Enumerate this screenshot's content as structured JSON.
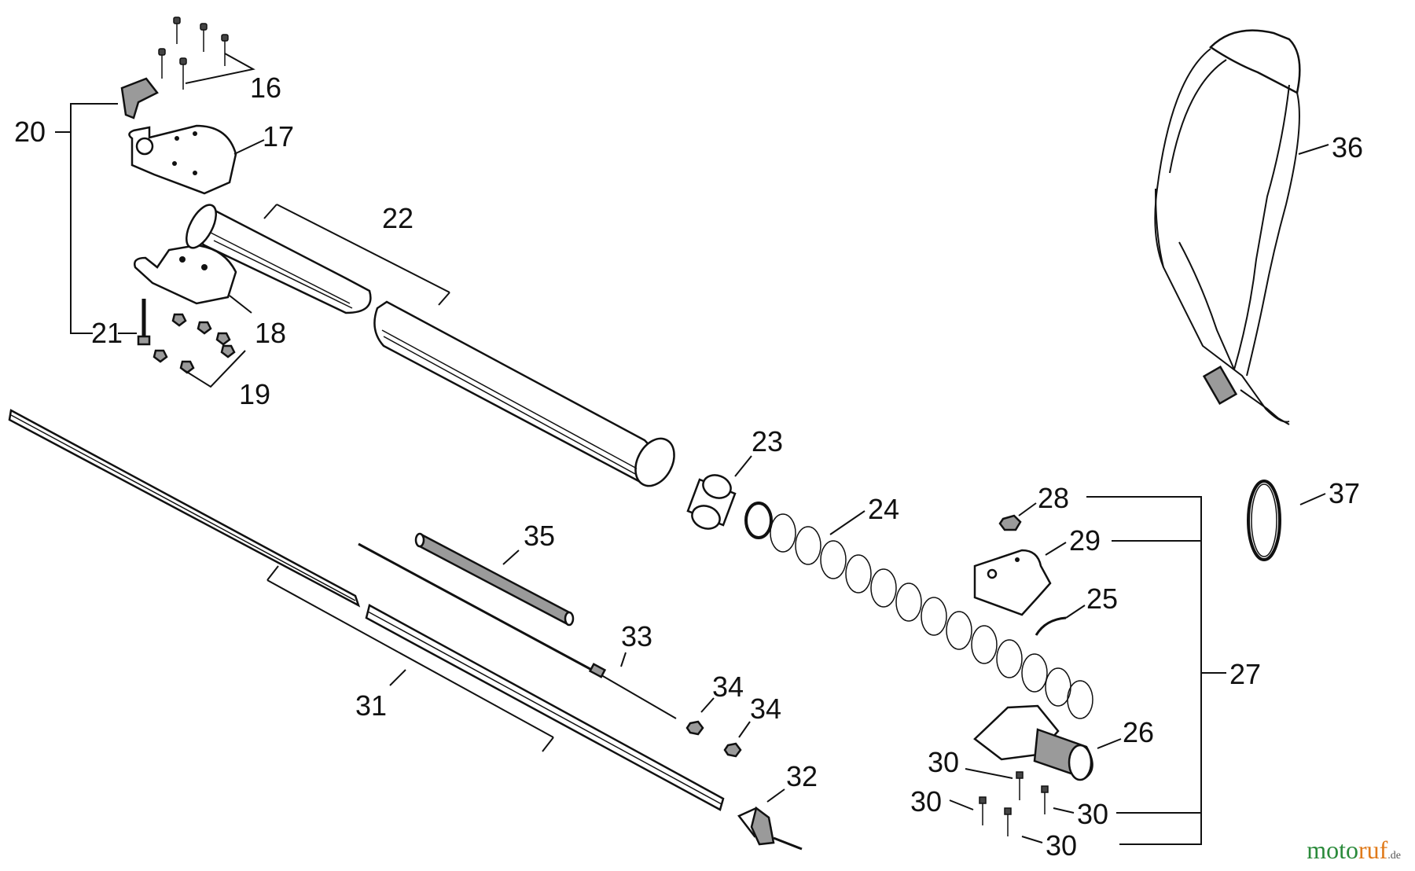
{
  "labels": {
    "l16": "16",
    "l17": "17",
    "l18": "18",
    "l19": "19",
    "l20": "20",
    "l21": "21",
    "l22": "22",
    "l23": "23",
    "l24": "24",
    "l25": "25",
    "l26": "26",
    "l27": "27",
    "l28": "28",
    "l29": "29",
    "l30a": "30",
    "l30b": "30",
    "l30c": "30",
    "l30d": "30",
    "l31": "31",
    "l32": "32",
    "l33": "33",
    "l34a": "34",
    "l34b": "34",
    "l35": "35",
    "l36": "36",
    "l37": "37"
  },
  "watermark": {
    "brand_a": "moto",
    "brand_b": "ruf",
    "suffix": ".de"
  }
}
